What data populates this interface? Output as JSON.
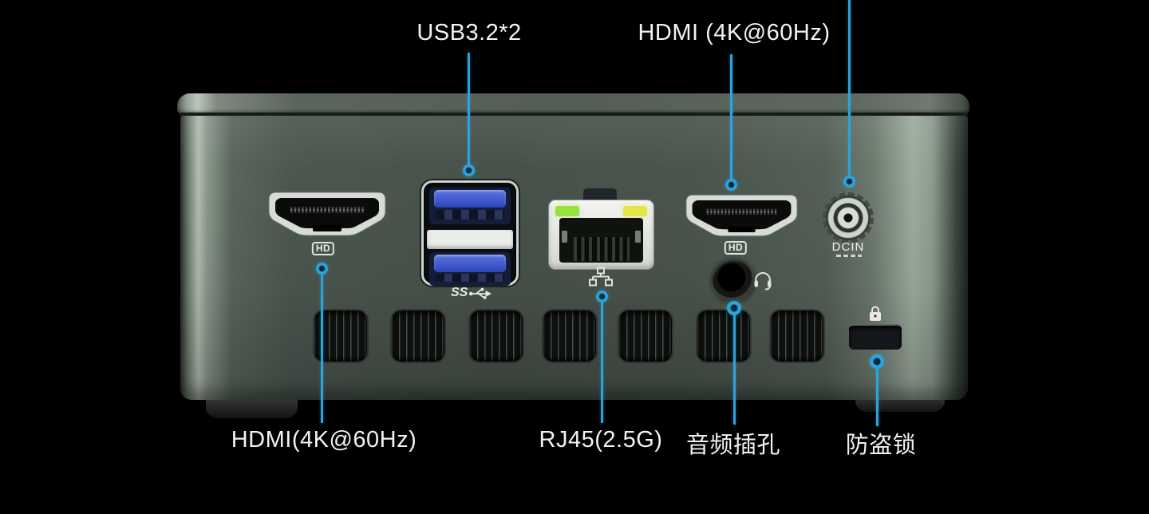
{
  "title": "Mini PC rear panel port diagram",
  "colors": {
    "background": "#000000",
    "accent_line": "#2da3db",
    "label_text": "#f2f2f2",
    "chassis_face": "#4c5750",
    "usb_blue": "#3c55c9",
    "led_green": "#97e23c",
    "led_yellow": "#e3e648"
  },
  "callouts": {
    "usb_top": {
      "label": "USB3.2*2"
    },
    "hdmi_top": {
      "label": "HDMI (4K@60Hz)"
    },
    "hdmi_bottom": {
      "label": "HDMI(4K@60Hz)"
    },
    "rj45_bottom": {
      "label": "RJ45(2.5G)"
    },
    "audio_bottom": {
      "label": "音频插孔"
    },
    "lock_bottom": {
      "label": "防盗锁"
    }
  },
  "ports": {
    "hdmi_left": {
      "badge": "HD"
    },
    "hdmi_right": {
      "badge": "HD"
    },
    "usb": {
      "logo_text": "SS"
    },
    "dc_in": {
      "label": "DCIN"
    }
  }
}
